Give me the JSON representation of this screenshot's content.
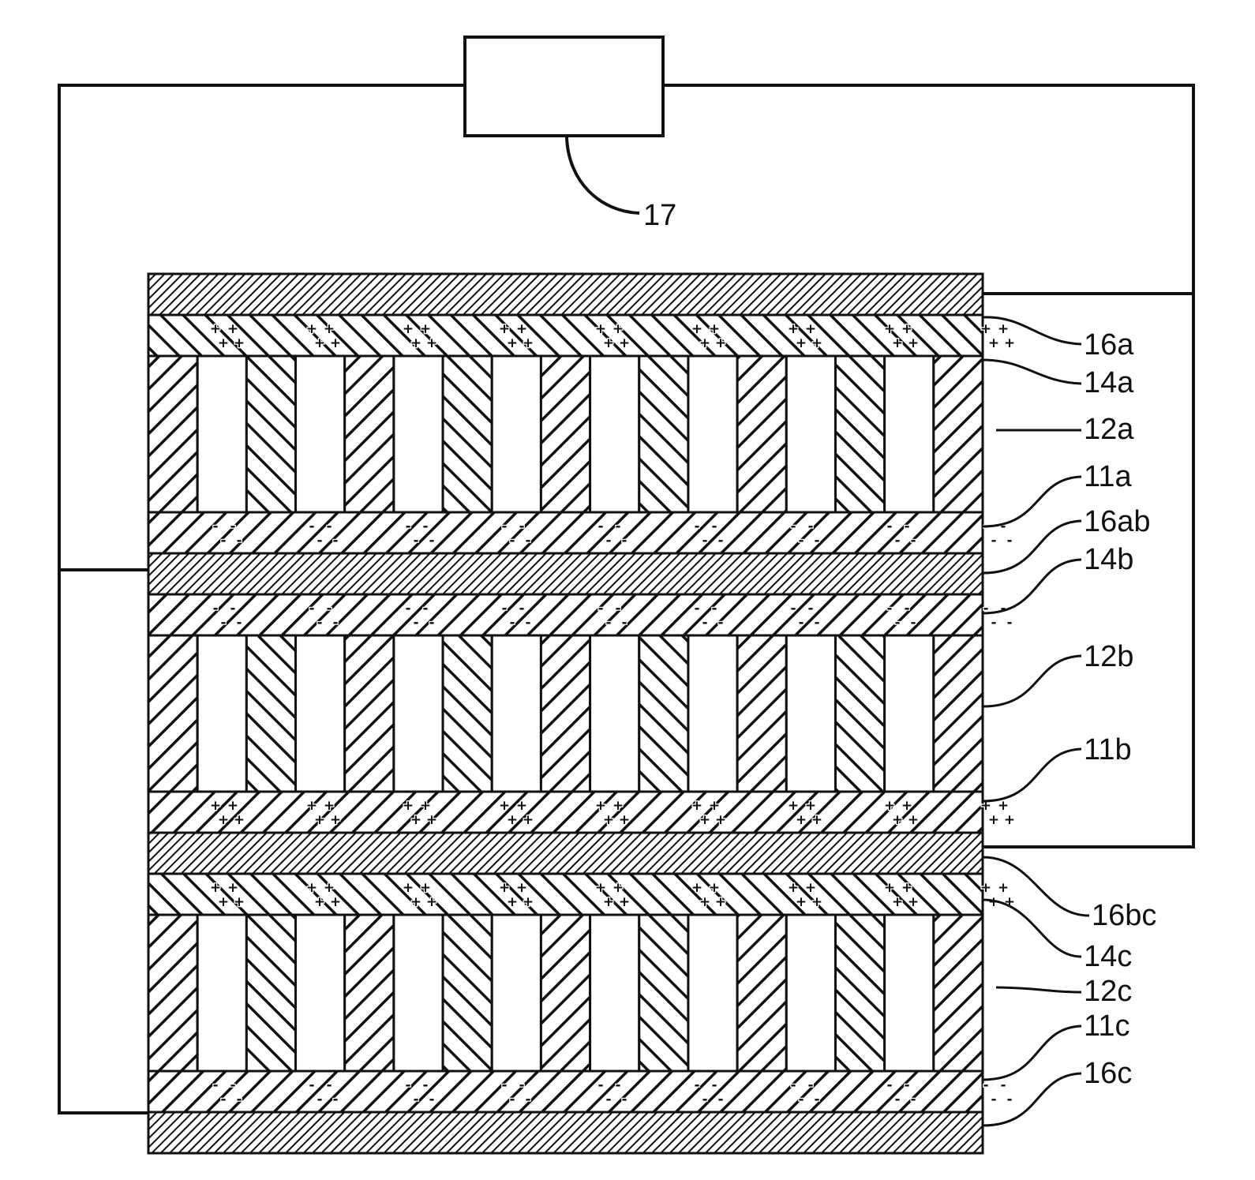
{
  "diagram": {
    "labels": {
      "power_source": "17",
      "collector_top": "16a",
      "electrode_14a": "14a",
      "separator_12a": "12a",
      "electrode_11a": "11a",
      "collector_16ab": "16ab",
      "electrode_14b": "14b",
      "separator_12b": "12b",
      "electrode_11b": "11b",
      "collector_16bc": "16bc",
      "electrode_14c": "14c",
      "separator_12c": "12c",
      "electrode_11c": "11c",
      "collector_bottom": "16c"
    },
    "charge_marks": {
      "positive": "+",
      "negative": "-"
    }
  }
}
